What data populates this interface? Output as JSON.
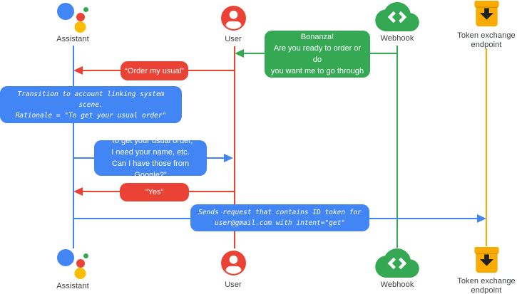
{
  "palette": {
    "blue": "#4285F4",
    "red": "#EA4335",
    "green": "#34A853",
    "yellow": "#F9AB00",
    "assistant_yellow": "#FBBC04",
    "label_gray": "#3C4043",
    "white": "#ffffff",
    "arrow_dark": "#1F2023"
  },
  "actors": [
    {
      "id": "assistant",
      "label": "Assistant",
      "icon": "google-assistant-logo"
    },
    {
      "id": "user",
      "label": "User",
      "icon": "person-circle"
    },
    {
      "id": "webhook",
      "label": "Webhook",
      "icon": "code-cloud"
    },
    {
      "id": "token-endpoint",
      "label": "Token exchange\nendpoint",
      "icon": "inbox-tray"
    }
  ],
  "messages": [
    {
      "id": "welcome",
      "from": "Webhook",
      "to": "User",
      "text": "“Welcome to Boba Bonanza!\nAre you ready to order or do\nyou want me to go through\nthe drinks with you?”"
    },
    {
      "id": "order-my-usual",
      "from": "User",
      "to": "Assistant",
      "text": "“Order my usual”"
    },
    {
      "id": "transition-note",
      "from": "Assistant",
      "to": "Assistant",
      "text": "Transition to account linking system scene.\nRationale = \"To get your usual order\""
    },
    {
      "id": "usual-order-request",
      "from": "Assistant",
      "to": "User",
      "text": "“To get your usual order,\nI need your name, etc.\nCan I have those from Google?”"
    },
    {
      "id": "yes",
      "from": "User",
      "to": "Assistant",
      "text": "“Yes”"
    },
    {
      "id": "sends-request",
      "from": "Assistant",
      "to": "Token exchange endpoint",
      "text": "Sends request that contains ID token for\nuser@gmail.com with intent=\"get\""
    }
  ]
}
